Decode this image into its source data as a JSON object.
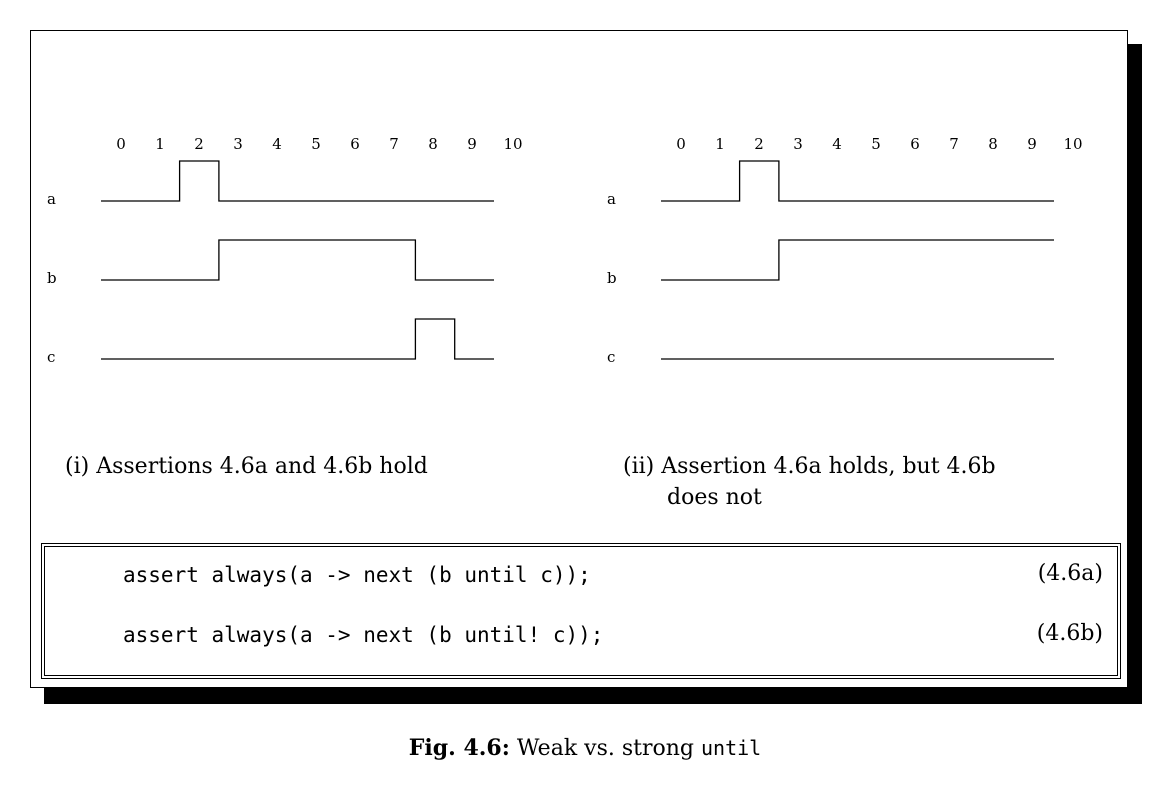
{
  "figure": {
    "label": "Fig. 4.6:",
    "title_before": "Weak vs. strong",
    "title_code": "until"
  },
  "panels": [
    {
      "ticks": [
        "0",
        "1",
        "2",
        "3",
        "4",
        "5",
        "6",
        "7",
        "8",
        "9",
        "10"
      ],
      "signals": [
        {
          "name": "a",
          "levels": [
            0,
            0,
            1,
            0,
            0,
            0,
            0,
            0,
            0,
            0
          ]
        },
        {
          "name": "b",
          "levels": [
            0,
            0,
            0,
            1,
            1,
            1,
            1,
            1,
            0,
            0
          ]
        },
        {
          "name": "c",
          "levels": [
            0,
            0,
            0,
            0,
            0,
            0,
            0,
            0,
            1,
            0
          ]
        }
      ],
      "caption_num": "(i)",
      "caption_text": "Assertions 4.6a and 4.6b hold",
      "caption_text2": ""
    },
    {
      "ticks": [
        "0",
        "1",
        "2",
        "3",
        "4",
        "5",
        "6",
        "7",
        "8",
        "9",
        "10"
      ],
      "signals": [
        {
          "name": "a",
          "levels": [
            0,
            0,
            1,
            0,
            0,
            0,
            0,
            0,
            0,
            0
          ]
        },
        {
          "name": "b",
          "levels": [
            0,
            0,
            0,
            1,
            1,
            1,
            1,
            1,
            1,
            1
          ]
        },
        {
          "name": "c",
          "levels": [
            0,
            0,
            0,
            0,
            0,
            0,
            0,
            0,
            0,
            0
          ]
        }
      ],
      "caption_num": "(ii)",
      "caption_text": "Assertion 4.6a holds, but 4.6b",
      "caption_text2": "does not"
    }
  ],
  "assertions": [
    {
      "code": "assert always(a -> next (b until c));",
      "label": "(4.6a)"
    },
    {
      "code": "assert always(a -> next (b until! c));",
      "label": "(4.6b)"
    }
  ]
}
